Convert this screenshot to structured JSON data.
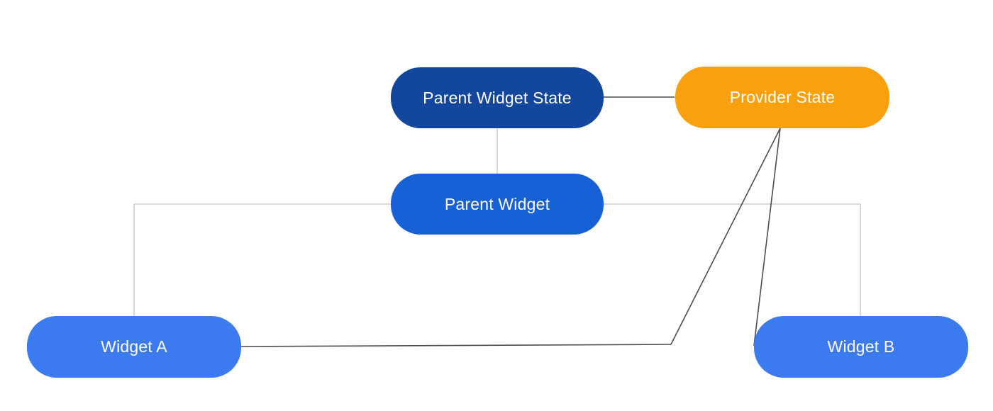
{
  "diagram": {
    "nodes": {
      "parent_widget_state": {
        "label": "Parent Widget State",
        "color": "#13479E",
        "text_color": "#FFFFFF"
      },
      "provider_state": {
        "label": "Provider State",
        "color": "#F9A00E",
        "text_color": "#FFFFFF"
      },
      "parent_widget": {
        "label": "Parent Widget",
        "color": "#1561D5",
        "text_color": "#FFFFFF"
      },
      "widget_a": {
        "label": "Widget A",
        "color": "#3C7BEF",
        "text_color": "#FFFFFF"
      },
      "widget_b": {
        "label": "Widget B",
        "color": "#3C7BEF",
        "text_color": "#FFFFFF"
      }
    },
    "edges": [
      {
        "from": "parent_widget_state",
        "to": "provider_state",
        "style": "dark"
      },
      {
        "from": "parent_widget_state",
        "to": "parent_widget",
        "style": "gray"
      },
      {
        "from": "parent_widget",
        "to": "widget_a",
        "style": "gray"
      },
      {
        "from": "parent_widget",
        "to": "widget_b",
        "style": "gray"
      },
      {
        "from": "provider_state",
        "to": "widget_a",
        "style": "dark"
      },
      {
        "from": "provider_state",
        "to": "widget_b",
        "style": "dark"
      }
    ],
    "colors": {
      "background": "#FFFFFF",
      "gray_line": "#C2C2C2",
      "dark_line": "#4D4D4D"
    }
  }
}
